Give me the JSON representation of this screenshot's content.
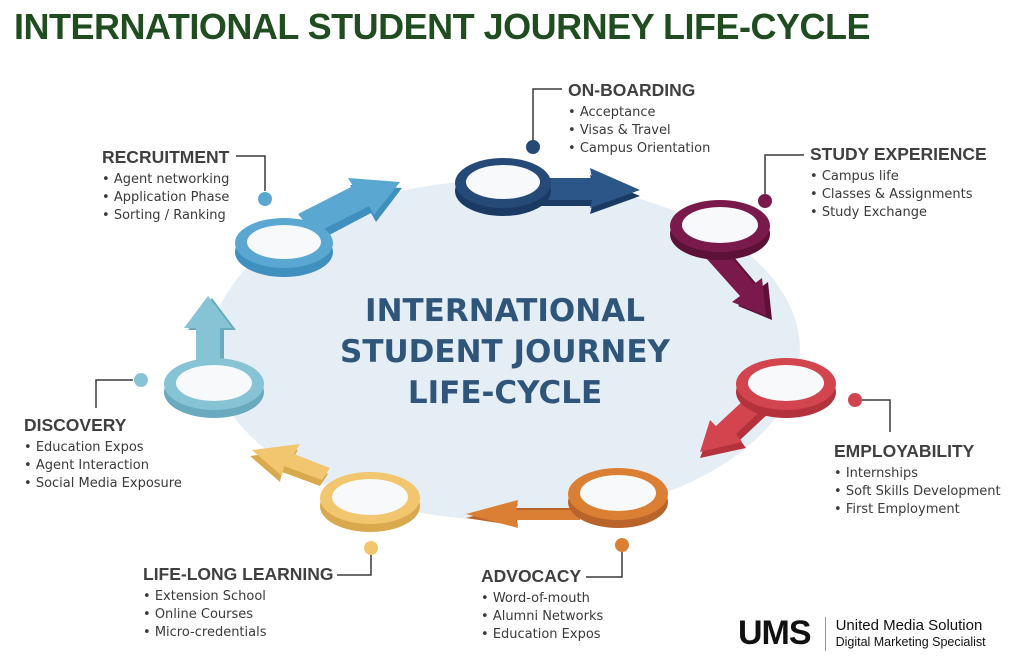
{
  "title": "INTERNATIONAL STUDENT JOURNEY LIFE-CYCLE",
  "center": {
    "line1": "INTERNATIONAL",
    "line2": "STUDENT JOURNEY",
    "line3": "LIFE-CYCLE"
  },
  "colors": {
    "title": "#1f4d20",
    "center_text": "#2f567a",
    "hub": "#e6eef5",
    "recruitment": "#5aa7d2",
    "onboarding": "#254a78",
    "study_experience": "#7a1a4c",
    "employability": "#d2444e",
    "advocacy": "#db7f35",
    "lifelong_learning": "#f1c66e",
    "discovery": "#86c4d5"
  },
  "stages": [
    {
      "key": "onboarding",
      "title": "ON-BOARDING",
      "items": [
        "Acceptance",
        "Visas & Travel",
        "Campus Orientation"
      ]
    },
    {
      "key": "study_experience",
      "title": "STUDY EXPERIENCE",
      "items": [
        "Campus life",
        "Classes & Assignments",
        "Study Exchange"
      ]
    },
    {
      "key": "employability",
      "title": "EMPLOYABILITY",
      "items": [
        "Internships",
        "Soft Skills Development",
        "First Employment"
      ]
    },
    {
      "key": "advocacy",
      "title": "ADVOCACY",
      "items": [
        "Word-of-mouth",
        "Alumni Networks",
        "Education Expos"
      ]
    },
    {
      "key": "lifelong_learning",
      "title": "LIFE-LONG LEARNING",
      "items": [
        "Extension School",
        "Online Courses",
        "Micro-credentials"
      ]
    },
    {
      "key": "discovery",
      "title": "DISCOVERY",
      "items": [
        "Education Expos",
        "Agent Interaction",
        "Social Media  Exposure"
      ]
    },
    {
      "key": "recruitment",
      "title": "RECRUITMENT",
      "items": [
        "Agent networking",
        "Application Phase",
        "Sorting / Ranking"
      ]
    }
  ],
  "logo": {
    "mark": "UMS",
    "name": "United Media Solution",
    "tagline": "Digital Marketing Specialist"
  }
}
